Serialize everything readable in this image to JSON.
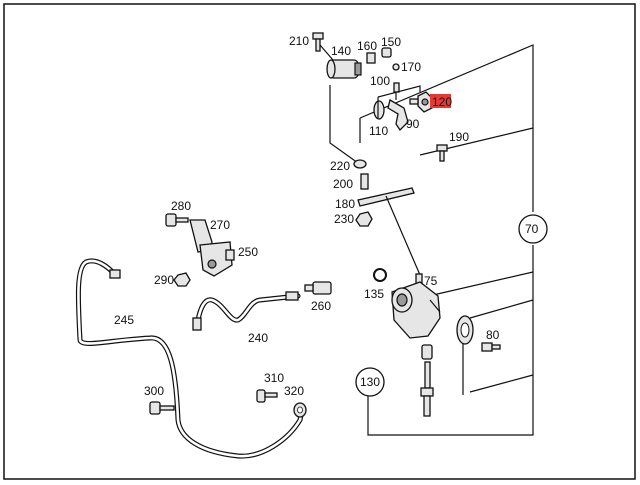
{
  "labels": {
    "p210": "210",
    "p140": "140",
    "p160": "160",
    "p150": "150",
    "p170": "170",
    "p100": "100",
    "p120": "120",
    "p110": "110",
    "p90": "90",
    "p190": "190",
    "p220": "220",
    "p200": "200",
    "p180": "180",
    "p230": "230",
    "p70": "70",
    "p280": "280",
    "p270": "270",
    "p250": "250",
    "p290": "290",
    "p75": "75",
    "p135": "135",
    "p260": "260",
    "p245": "245",
    "p240": "240",
    "p80": "80",
    "p130": "130",
    "p300": "300",
    "p310": "310",
    "p320": "320"
  },
  "highlight": {
    "part": "120",
    "color": "#e53935"
  },
  "colors": {
    "line": "#111111",
    "part_fill": "#e6e6e6",
    "border": "#111111"
  }
}
